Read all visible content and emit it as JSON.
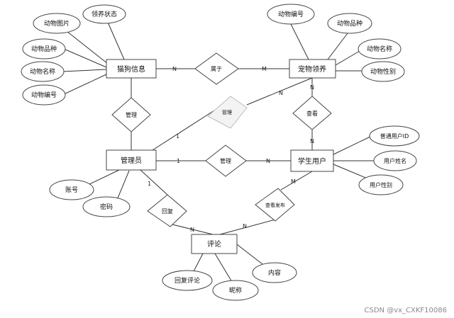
{
  "entities": {
    "pet_info": "猫狗信息",
    "adoption": "宠物领养",
    "admin": "管理员",
    "student": "学生用户",
    "comment": "评论"
  },
  "relationships": {
    "belongs_to": "属于",
    "manage_top": "管理",
    "manage_adopt": "管理",
    "manage_mid": "管理",
    "view": "查看",
    "reply": "回复",
    "view_post": "查看发布"
  },
  "attributes": {
    "pet_image": "动物图片",
    "adopt_status": "领养状态",
    "pet_breed_left": "动物品种",
    "pet_name_left": "动物名称",
    "pet_id_left": "动物编号",
    "pet_id_right": "动物编号",
    "pet_breed_right": "动物品种",
    "pet_name_right": "动物名称",
    "pet_gender": "动物性别",
    "account": "账号",
    "password": "密码",
    "user_id": "普通用户ID",
    "user_name": "用户姓名",
    "user_gender": "用户性别",
    "reply_comment": "回复评论",
    "nickname": "昵称",
    "content": "内容"
  },
  "cardinalities": {
    "pet_belongs": "N",
    "belongs_adopt": "M",
    "adopt_view": "N",
    "view_student": "N",
    "admin_manage_adopt": "1",
    "manage_adopt_target": "N",
    "admin_manage_mid": "1",
    "manage_mid_student": "N",
    "admin_reply": "1",
    "reply_comment_card": "N",
    "student_view_post": "M",
    "view_post_comment": "N"
  },
  "watermark": "CSDN @vx_CXKF10086"
}
